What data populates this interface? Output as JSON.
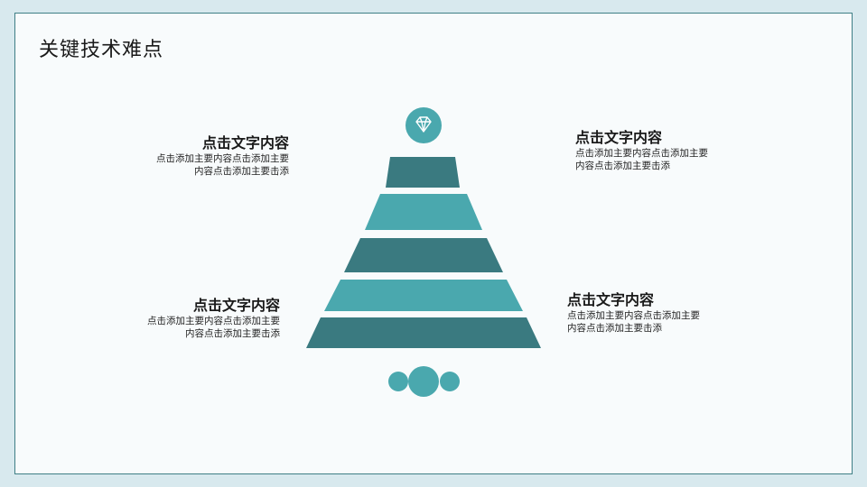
{
  "slide": {
    "title": "关键技术难点"
  },
  "blocks": [
    {
      "heading": "点击文字内容",
      "line1": "点击添加主要内容点击添加主要",
      "line2": "内容点击添加主要击添"
    },
    {
      "heading": "点击文字内容",
      "line1": "点击添加主要内容点击添加主要",
      "line2": "内容点击添加主要击添"
    },
    {
      "heading": "点击文字内容",
      "line1": "点击添加主要内容点击添加主要",
      "line2": "内容点击添加主要击添"
    },
    {
      "heading": "点击文字内容",
      "line1": "点击添加主要内容点击添加主要",
      "line2": "内容点击添加主要击添"
    }
  ],
  "colors": {
    "dark": "#3a7a80",
    "light": "#4aa8ae",
    "border": "#3f7f86",
    "background": "#d8e9ee"
  },
  "icons": {
    "top": "diamond-icon"
  }
}
